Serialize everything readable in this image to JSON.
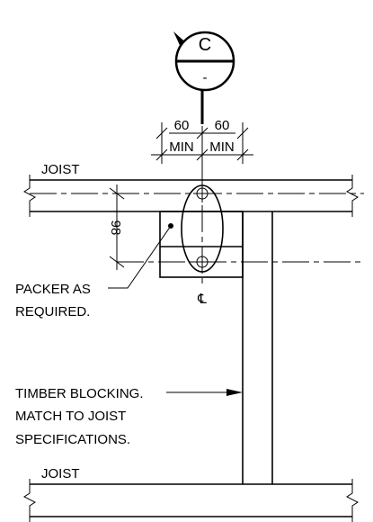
{
  "section_marker": {
    "letter": "C",
    "sheet": "-"
  },
  "dimensions": {
    "left_offset": "60",
    "right_offset": "60",
    "min_left": "MIN",
    "min_right": "MIN",
    "spacing": "98"
  },
  "labels": {
    "joist_top": "JOIST",
    "joist_bottom": "JOIST",
    "packer_line1": "PACKER AS",
    "packer_line2": "REQUIRED.",
    "blocking_line1": "TIMBER BLOCKING.",
    "blocking_line2": "MATCH TO JOIST",
    "blocking_line3": "SPECIFICATIONS.",
    "centreline": "℄"
  }
}
